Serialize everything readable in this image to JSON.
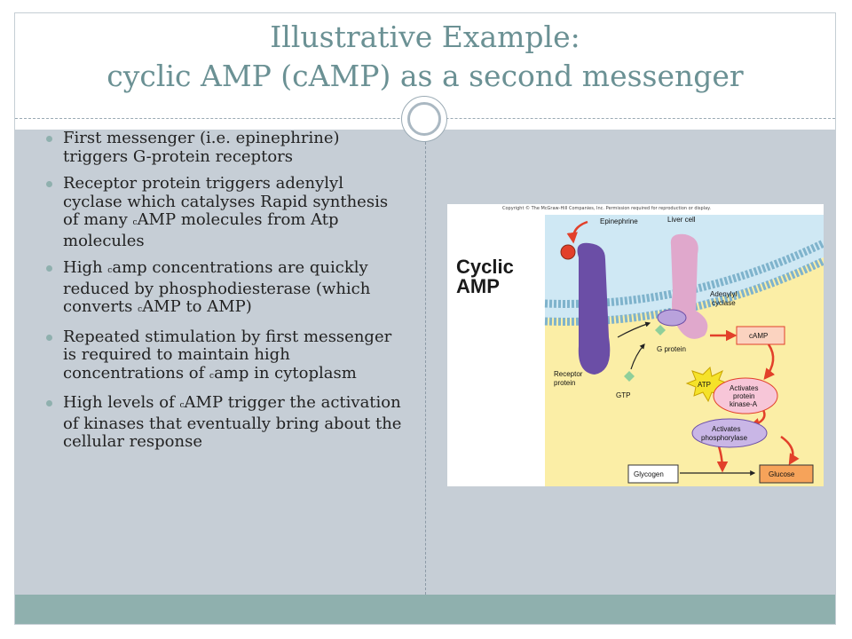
{
  "title": {
    "line1": "Illustrative Example:",
    "line2": "cyclic AMP (cAMP) as a second messenger"
  },
  "bullets": [
    {
      "parts": [
        {
          "t": "First messenger (i.e. epinephrine) triggers G-protein receptors"
        }
      ]
    },
    {
      "parts": [
        {
          "t": "Receptor protein triggers adenylyl cyclase which catalyses Rapid synthesis of many "
        },
        {
          "t": "c",
          "sub": true
        },
        {
          "t": "AMP molecules from Atp molecules"
        }
      ]
    },
    {
      "parts": [
        {
          "t": "High "
        },
        {
          "t": "c",
          "sub": true
        },
        {
          "t": "amp concentrations are quickly reduced by phosphodiesterase (which converts "
        },
        {
          "t": "c",
          "sub": true
        },
        {
          "t": "AMP to AMP)"
        }
      ]
    },
    {
      "parts": [
        {
          "t": "Repeated stimulation by first messenger is required to maintain high concentrations of "
        },
        {
          "t": "c",
          "sub": true
        },
        {
          "t": "amp in cytoplasm"
        }
      ]
    },
    {
      "parts": [
        {
          "t": "High levels of "
        },
        {
          "t": "c",
          "sub": true
        },
        {
          "t": "AMP trigger the activation of kinases that eventually bring about the cellular response"
        }
      ]
    }
  ],
  "figure": {
    "copyright": "Copyright © The McGraw-Hill Companies, Inc. Permission required for reproduction or display.",
    "heading_line1": "Cyclic",
    "heading_line2": "AMP",
    "labels": {
      "epinephrine": "Epinephrine",
      "liver_cell": "Liver cell",
      "adenylyl": "Adenylyl",
      "cyclase": "cyclase",
      "camp": "cAMP",
      "g_protein": "G protein",
      "receptor": "Receptor",
      "protein": "protein",
      "gtp": "GTP",
      "atp": "ATP",
      "activates1": "Activates",
      "protein2": "protein",
      "kinase_a": "kinase-A",
      "activates2": "Activates",
      "phosphorylase": "phosphorylase",
      "glycogen": "Glycogen",
      "glucose": "Glucose"
    },
    "colors": {
      "cytoplasm": "#fbeea6",
      "extracellular": "#cfe8f4",
      "receptor": "#6b4ea6",
      "adenylyl_cyclase": "#e0a8cc",
      "arrow": "#e2402a",
      "glucose_box": "#f6a35a"
    }
  }
}
